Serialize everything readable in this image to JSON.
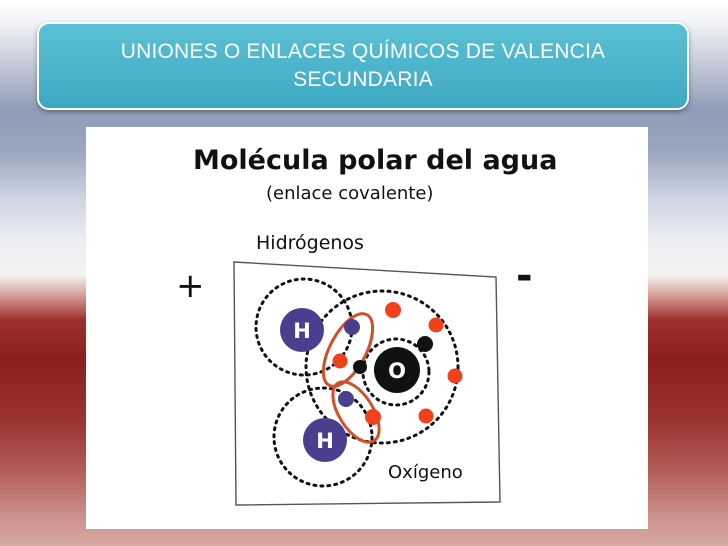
{
  "slide": {
    "title": "UNIONES O ENLACES QUÍMICOS DE VALENCIA SECUNDARIA"
  },
  "figure": {
    "heading": "Molécula polar del agua",
    "subheading": "(enlace covalente)",
    "label_hydrogens": "Hidrógenos",
    "label_oxygen": "Oxígeno",
    "sign_positive": "+",
    "sign_negative": "-",
    "atom_h_top": "H",
    "atom_h_bottom": "H",
    "atom_o": "O",
    "colors": {
      "hydrogen": "#4a3f8f",
      "electron_red": "#f0401c",
      "oxygen": "#111111",
      "bond_outline": "#d0502a"
    }
  }
}
